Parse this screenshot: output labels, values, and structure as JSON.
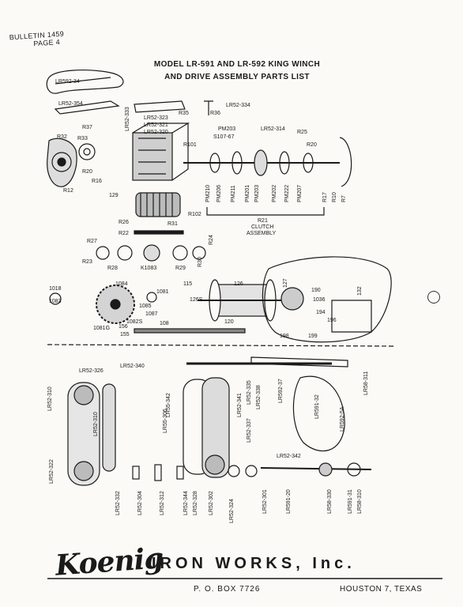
{
  "header": {
    "bulletin": "BULLETIN 1459",
    "page": "PAGE 4"
  },
  "title": {
    "line1": "MODEL LR-591 AND LR-592 KING WINCH",
    "line2": "AND DRIVE ASSEMBLY PARTS LIST"
  },
  "labels": {
    "lr592_34": "LR592-34",
    "lr52_354": "LR52-354",
    "lr52_323": "LR52-323",
    "r35": "R35",
    "r36": "R36",
    "lr52_334": "LR52-334",
    "lr52_333": "LR52-333",
    "lr52_321": "LR52-321",
    "lr52_320": "LR52-320",
    "r37": "R37",
    "r32": "R32",
    "r33": "R33",
    "r20a": "R20",
    "r16": "R16",
    "r12": "R12",
    "r101": "R101",
    "r102": "R102",
    "r129": "129",
    "r26": "R26",
    "r31": "R31",
    "r22": "R22",
    "pm203": "PM203",
    "s107_67": "S107-67",
    "lr52_314": "LR52-314",
    "r25": "R25",
    "r20b": "R20",
    "r17": "R17",
    "r10": "R10",
    "r7": "R7",
    "pm210": "PM210",
    "pm206": "PM206",
    "pm211": "PM211",
    "pm201": "PM201",
    "pm203b": "PM203",
    "pm202": "PM202",
    "pm222": "PM222",
    "pm207": "PM207",
    "r21": "R21",
    "clutch1": "CLUTCH",
    "clutch2": "ASSEMBLY",
    "r27": "R27",
    "r23": "R23",
    "r28": "R28",
    "k1083": "K1083",
    "r29": "R29",
    "r24": "R24",
    "r30": "R30",
    "p1018": "1018",
    "p1083": "1083",
    "p1084": "1084",
    "p1081": "1081",
    "p1085": "1085",
    "p1087": "1087",
    "p1082s": "1082S",
    "p1081g": "1081G",
    "p108": "108",
    "p156": "156",
    "p155": "155",
    "p115": "115",
    "p126": "126",
    "p126s": "126S",
    "p120": "120",
    "p127": "127",
    "p132": "132",
    "p190": "190",
    "p1036": "1036",
    "p194": "194",
    "p196": "196",
    "p198": "198",
    "p199": "199",
    "lr52_326": "LR52-326",
    "lr52_340": "LR52-340",
    "lr52_310": "LR52-310",
    "lr55_306": "LR55-306",
    "lr55_342": "LR55-342",
    "lr52_341": "LR52-341",
    "lr52_335": "LR52-335",
    "lr52_338": "LR52-338",
    "lr52_337": "LR52-337",
    "lr52_342": "LR52-342",
    "lr52_344": "LR52-344",
    "lr52_328": "LR52-328",
    "lr52_302": "LR52-302",
    "lr52_324": "LR52-324",
    "lr52_312": "LR52-312",
    "lr52_304": "LR52-304",
    "lr52_332": "LR52-332",
    "lr52_322": "LR52-322",
    "lr591_20": "LR591-20",
    "lr591_32": "LR591-32",
    "lr592_5a": "LR592-5A",
    "lr58_311": "LR58-311",
    "lr58_330": "LR58-330",
    "lr58_310": "LR58-310",
    "lr591_31": "LR591-31",
    "lr52_301": "LR52-301",
    "lr592_37": "LR592-37",
    "lr52_310b": "LR52-310"
  },
  "footer": {
    "brand": "Koenig",
    "company": "IRON WORKS, Inc.",
    "pobox": "P. O. BOX 7726",
    "city": "HOUSTON 7, TEXAS"
  }
}
